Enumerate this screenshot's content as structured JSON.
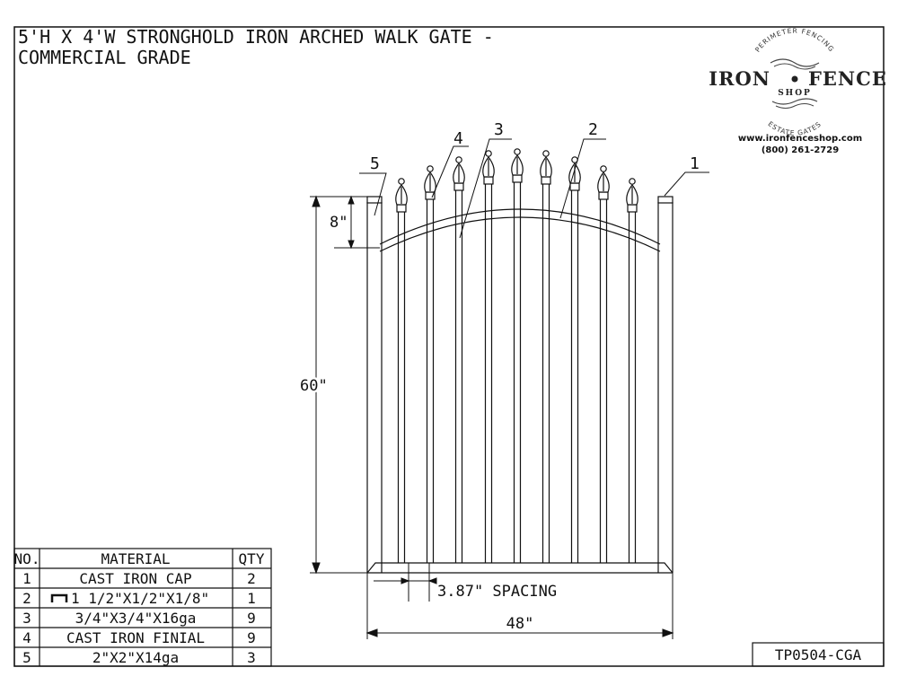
{
  "title": {
    "line1": "5'H X 4'W STRONGHOLD IRON ARCHED WALK GATE -",
    "line2": "COMMERCIAL GRADE"
  },
  "logo": {
    "arc_top": "PERIMETER FENCING",
    "name_left": "IRON",
    "name_right": "FENCE",
    "shop": "SHOP",
    "arc_bottom": "ESTATE GATES",
    "url": "www.ironfenceshop.com",
    "phone": "(800) 261-2729"
  },
  "dimensions": {
    "height": "60\"",
    "arch": "8\"",
    "spacing": "3.87\" SPACING",
    "width": "48\""
  },
  "callouts": [
    "1",
    "2",
    "3",
    "4",
    "5"
  ],
  "bom": {
    "headers": [
      "NO.",
      "MATERIAL",
      "QTY"
    ],
    "rows": [
      {
        "no": "1",
        "material": "CAST IRON CAP",
        "qty": "2",
        "channel_icon": false
      },
      {
        "no": "2",
        "material": "1 1/2\"X1/2\"X1/8\"",
        "qty": "1",
        "channel_icon": true
      },
      {
        "no": "3",
        "material": "3/4\"X3/4\"X16ga",
        "qty": "9",
        "channel_icon": false
      },
      {
        "no": "4",
        "material": "CAST IRON FINIAL",
        "qty": "9",
        "channel_icon": false
      },
      {
        "no": "5",
        "material": "2\"X2\"X14ga",
        "qty": "3",
        "channel_icon": false
      }
    ]
  },
  "drawing_number": "TP0504-CGA"
}
